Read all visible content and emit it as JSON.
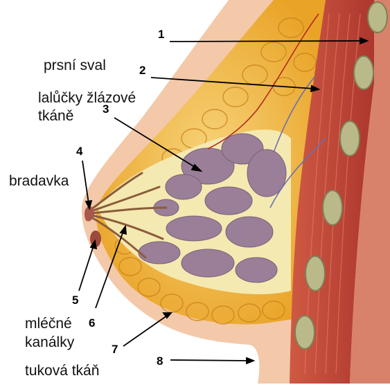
{
  "labels": {
    "pectoral_muscle": "prsní sval",
    "gland_lobules_line1": "lalůčky žlázové",
    "gland_lobules_line2": "tkáně",
    "nipple": "bradavka",
    "milk_ducts_line1": "mléčné",
    "milk_ducts_line2": "kanálky",
    "fat_tissue": "tuková tkáň"
  },
  "callouts": [
    "1",
    "2",
    "3",
    "4",
    "5",
    "6",
    "7",
    "8"
  ],
  "colors": {
    "background": "#ffffff",
    "skin": "#f3c9a9",
    "fat": "#f0b636",
    "gland": "#9b7f98",
    "duct_bg": "#f4e9b1",
    "muscle": "#c4453b",
    "rib": "#b9b98a",
    "text": "#111111"
  }
}
